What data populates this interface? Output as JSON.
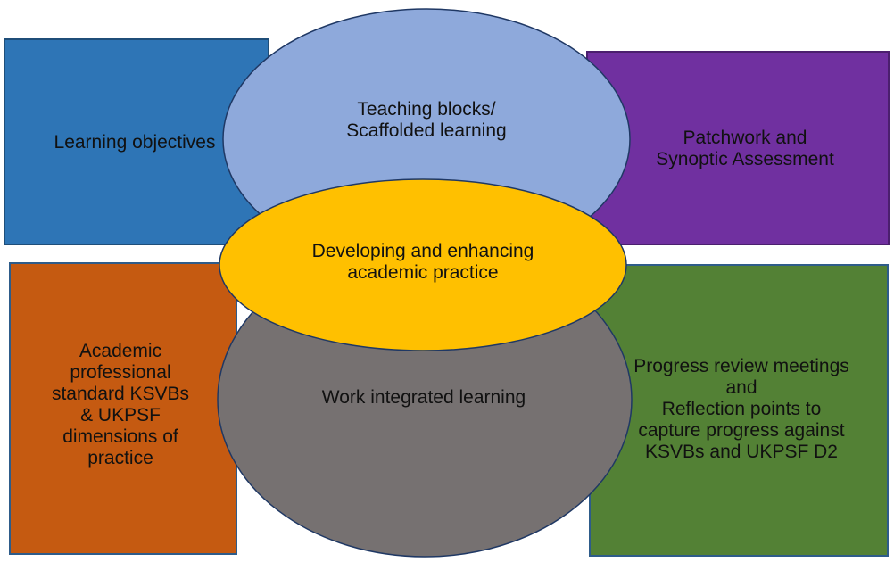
{
  "diagram": {
    "boxes": [
      {
        "id": "learning-objectives",
        "text": "Learning objectives",
        "fill": "#2E75B6",
        "border": "#1F4E79"
      },
      {
        "id": "patchwork",
        "text": "Patchwork and\nSynoptic Assessment",
        "fill": "#7030A0",
        "border": "#4B1F6E"
      },
      {
        "id": "academic-standard",
        "text": "Academic\nprofessional\nstandard KSVBs\n& UKPSF\ndimensions of\npractice",
        "fill": "#C55A11",
        "border": "#2E5C8A"
      },
      {
        "id": "progress-review",
        "text": "Progress review meetings\nand\nReflection points to\ncapture progress against\nKSVBs and UKPSF D2",
        "fill": "#538135",
        "border": "#2E5C8A"
      }
    ],
    "ellipses": {
      "top": {
        "text": "Teaching blocks/\nScaffolded learning",
        "fill": "#8EA9DB",
        "stroke": "#1F3864"
      },
      "bottom": {
        "text": "Work integrated learning",
        "fill": "#767171",
        "stroke": "#1F3864"
      },
      "center": {
        "text": "Developing and enhancing\nacademic practice",
        "fill": "#FFC000",
        "stroke": "#1F3864"
      }
    }
  }
}
